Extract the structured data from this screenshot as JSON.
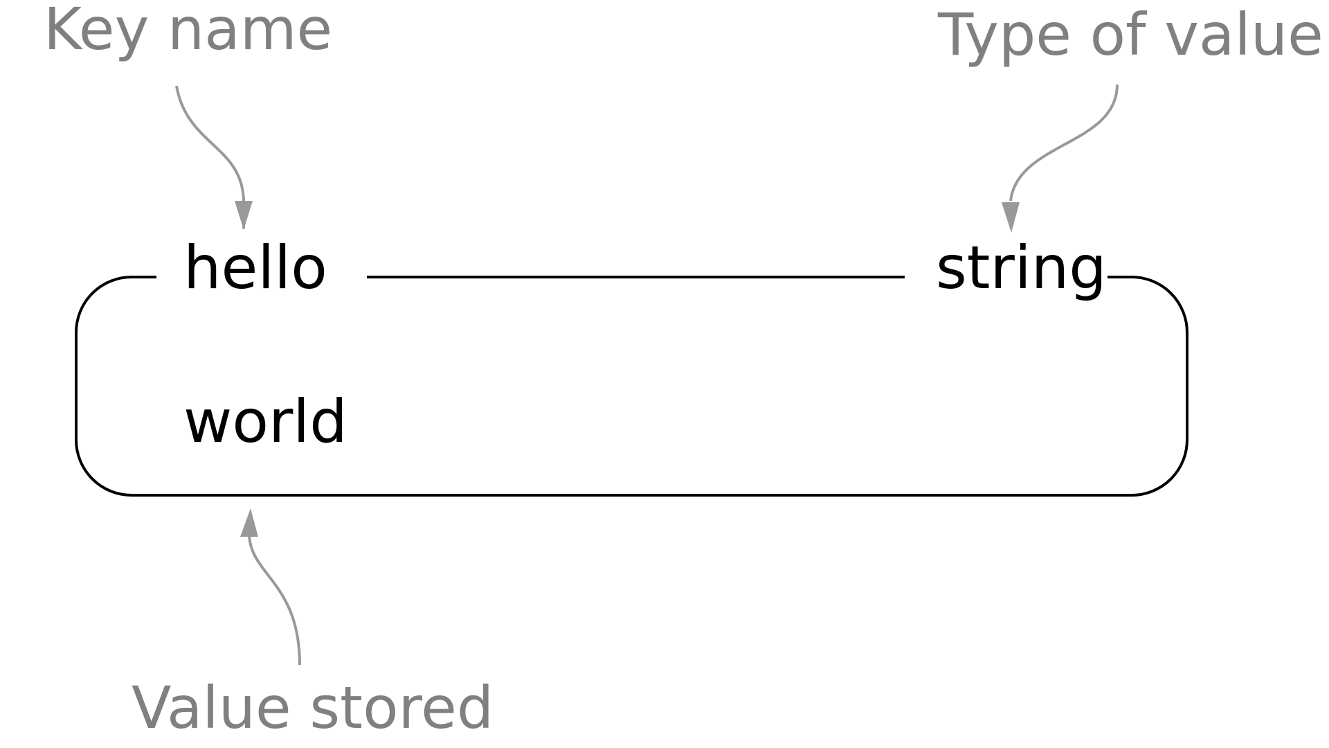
{
  "annotations": {
    "key_name": "Key name",
    "type_of_value": "Type of value",
    "value_stored": "Value stored"
  },
  "record": {
    "key": "hello",
    "type": "string",
    "value": "world"
  },
  "colors": {
    "annotation_text": "#808080",
    "annotation_arrow": "#999999",
    "record_outline": "#000000",
    "record_text": "#000000",
    "background": "#ffffff"
  }
}
